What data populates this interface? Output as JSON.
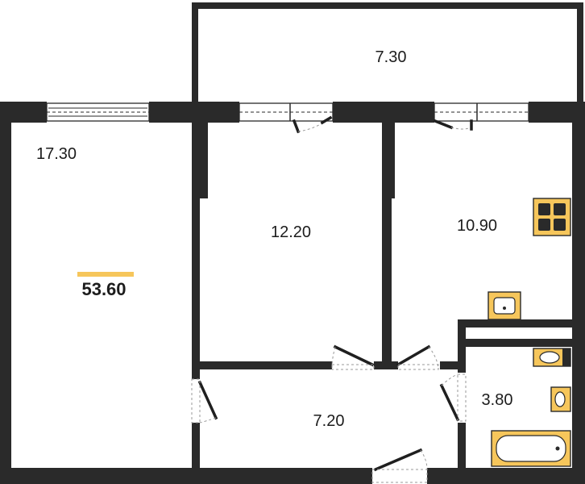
{
  "plan": {
    "total_area": "53.60",
    "accent_color": "#f6c65b",
    "wall_color": "#2a2a2a",
    "rooms": [
      {
        "id": "balcony",
        "area": "7.30"
      },
      {
        "id": "living-room",
        "area": "17.30"
      },
      {
        "id": "bedroom",
        "area": "12.20"
      },
      {
        "id": "kitchen",
        "area": "10.90"
      },
      {
        "id": "hallway",
        "area": "7.20"
      },
      {
        "id": "bathroom",
        "area": "3.80"
      }
    ],
    "fixtures": [
      "stove-icon",
      "kitchen-sink-icon",
      "toilet-icon",
      "washbasin-icon",
      "bathtub-icon"
    ]
  }
}
